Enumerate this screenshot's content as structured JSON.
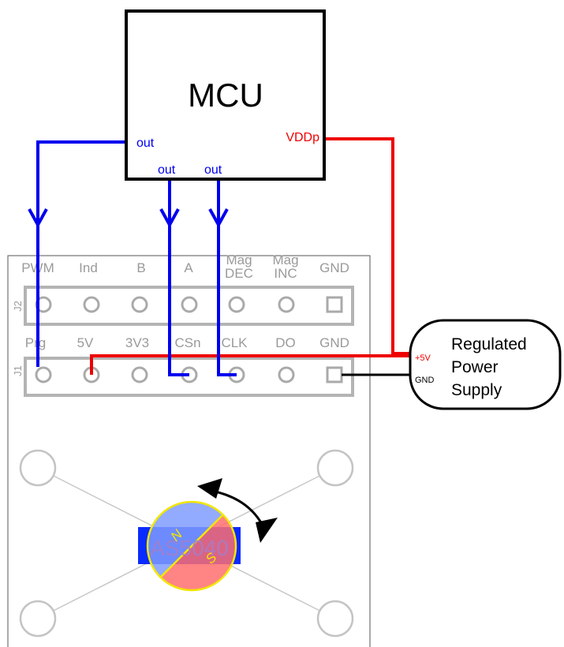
{
  "mcu": {
    "title": "MCU",
    "pins": {
      "out_left": "out",
      "out_mid1": "out",
      "out_mid2": "out",
      "vddp": "VDDp"
    }
  },
  "board": {
    "j2_label": "J2",
    "j1_label": "J1",
    "j2_pins": [
      "PWM",
      "Ind",
      "B",
      "A",
      "Mag DEC",
      "Mag INC",
      "GND"
    ],
    "j1_pins": [
      "Prg",
      "5V",
      "3V3",
      "CSn",
      "CLK",
      "DO",
      "GND"
    ],
    "chip_label": "AS5040",
    "magnet_north": "N",
    "magnet_south": "S"
  },
  "power_supply": {
    "lines": [
      "Regulated",
      "Power",
      "Supply"
    ],
    "plus_label": "+5V",
    "gnd_label": "GND"
  },
  "colors": {
    "signal_wire": "#0000ee",
    "power_wire": "#ee0000",
    "ground_wire": "#000000",
    "board_outline": "#a8a8a8",
    "chip_fill": "#0a2bff",
    "magnet_north": "#7f9cff",
    "magnet_south": "#ff6e6e",
    "magnet_rim": "#f2e600"
  }
}
